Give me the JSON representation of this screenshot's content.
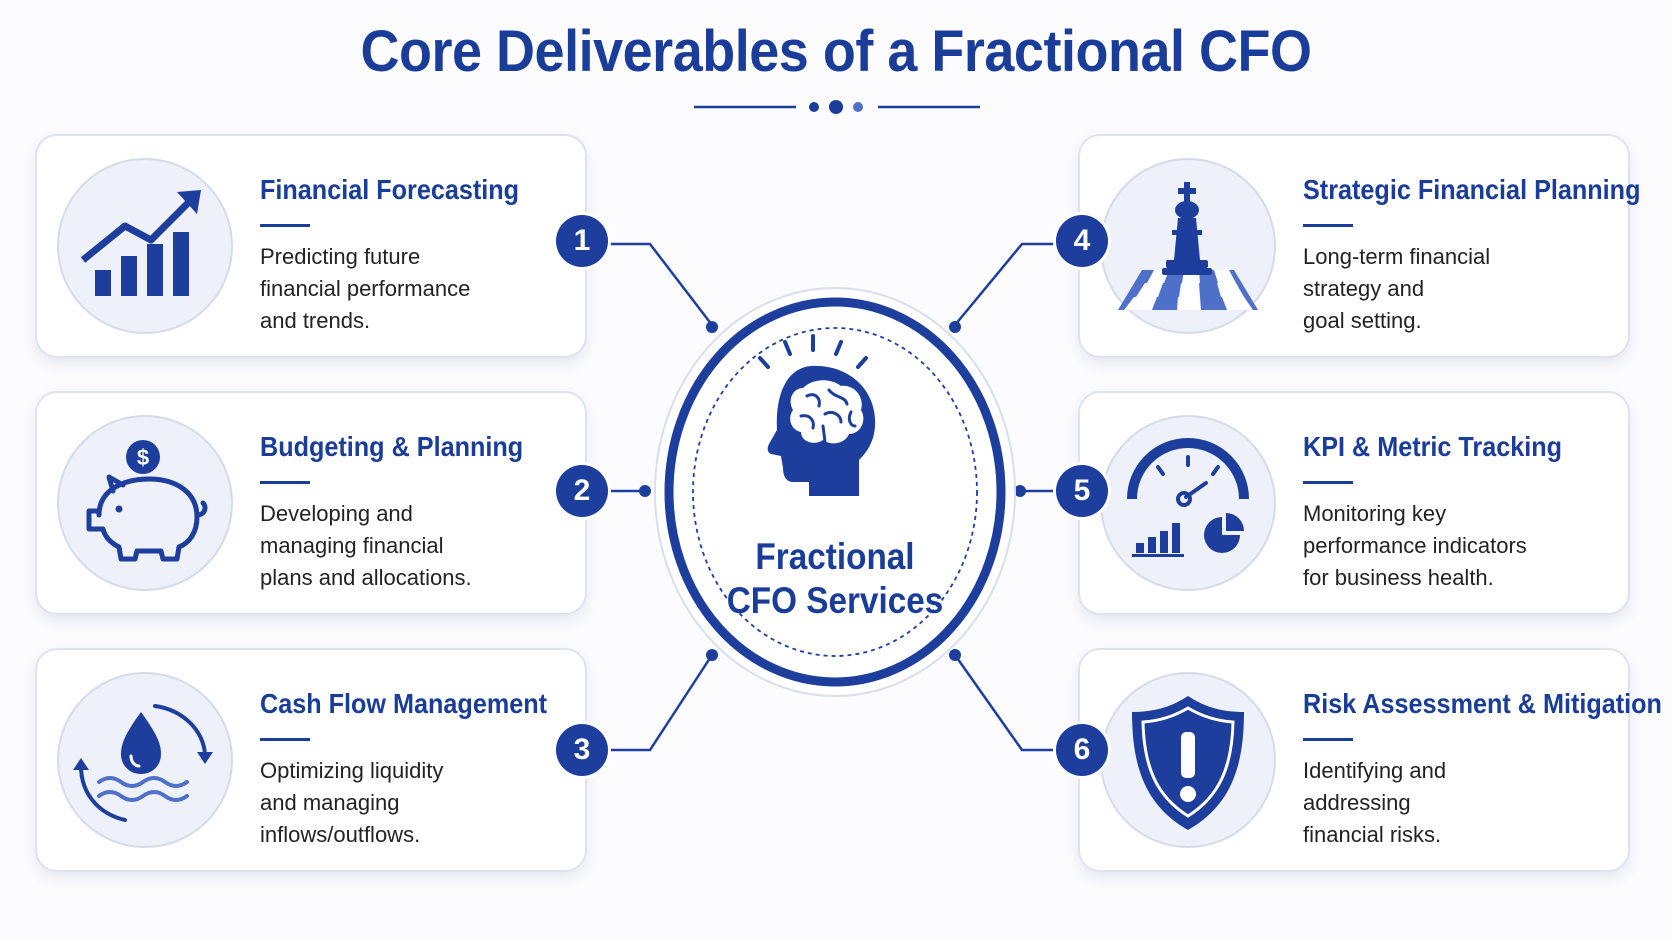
{
  "title": "Core Deliverables of a Fractional CFO",
  "colors": {
    "primary": "#1b3d9a",
    "accent": "#4f70c8",
    "card_border": "#dfe3ef",
    "icon_bg": "#eef1f9"
  },
  "center": {
    "line1": "Fractional",
    "line2": "CFO Services",
    "icon": "brain-head-icon"
  },
  "cards": [
    {
      "number": "1",
      "title": "Financial Forecasting",
      "lines": [
        "Predicting future",
        "financial performance",
        "and trends."
      ],
      "icon": "growth-chart-icon"
    },
    {
      "number": "2",
      "title": "Budgeting & Planning",
      "lines": [
        "Developing and",
        "managing financial",
        "plans and allocations."
      ],
      "icon": "piggy-bank-icon"
    },
    {
      "number": "3",
      "title": "Cash Flow Management",
      "lines": [
        "Optimizing liquidity",
        "and managing",
        "inflows/outflows."
      ],
      "icon": "liquidity-cycle-icon"
    },
    {
      "number": "4",
      "title": "Strategic Financial Planning",
      "lines": [
        "Long-term financial",
        "strategy and",
        "goal setting."
      ],
      "icon": "chess-king-icon"
    },
    {
      "number": "5",
      "title": "KPI & Metric Tracking",
      "lines": [
        "Monitoring key",
        "performance indicators",
        "for business health."
      ],
      "icon": "gauge-dashboard-icon"
    },
    {
      "number": "6",
      "title": "Risk Assessment & Mitigation",
      "lines": [
        "Identifying and",
        "addressing",
        "financial risks."
      ],
      "icon": "shield-alert-icon"
    }
  ]
}
